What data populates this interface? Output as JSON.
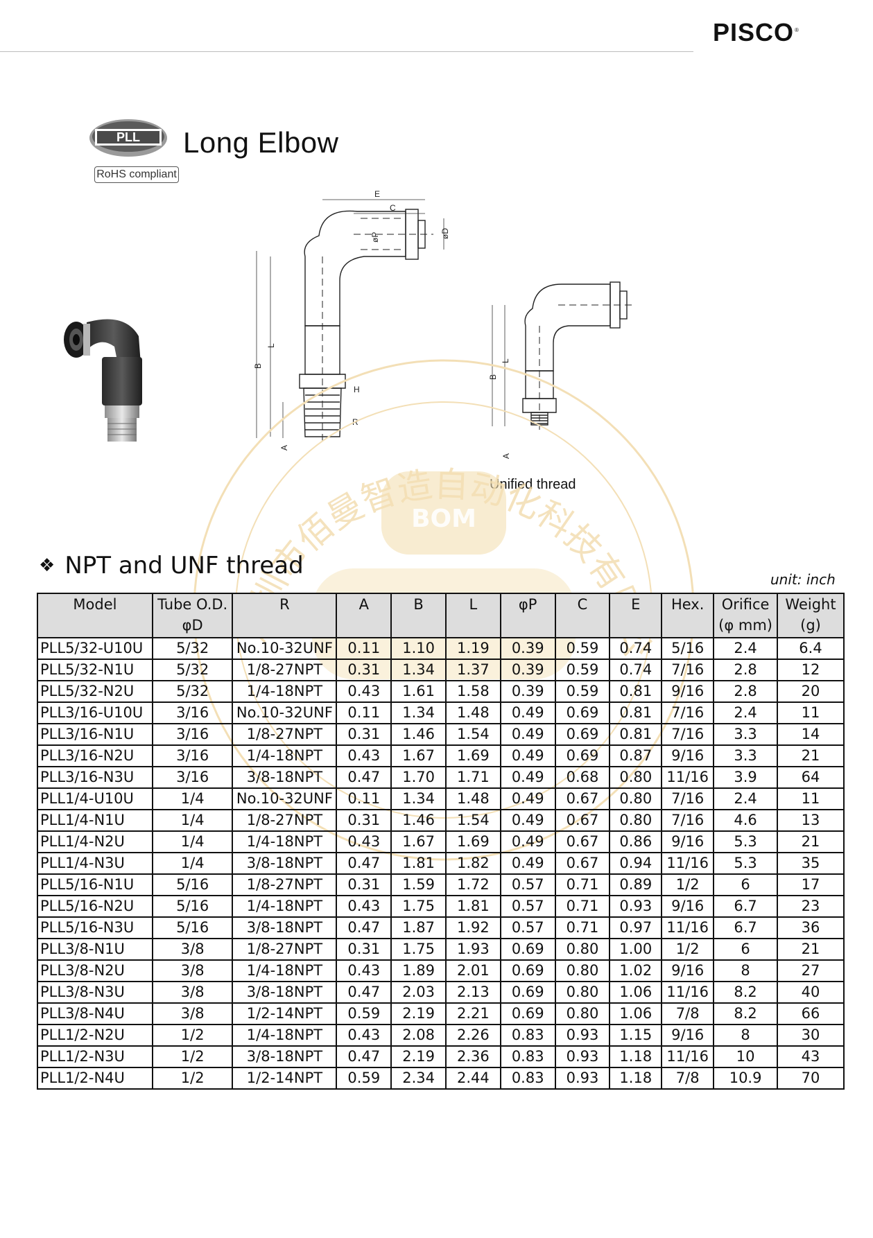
{
  "header": {
    "brand": "PISCO",
    "brand_mark": "®"
  },
  "product": {
    "badge": "PLL",
    "rohs": "RoHS compliant",
    "title": "Long Elbow",
    "photo_icon": "elbow-fitting-photo"
  },
  "drawing": {
    "dim_labels": [
      "E",
      "C",
      "øP",
      "øD",
      "L",
      "B",
      "H",
      "R",
      "A"
    ],
    "caption": "Unified thread"
  },
  "section": {
    "bullet": "❖",
    "title": "NPT and UNF thread",
    "unit": "unit: inch"
  },
  "table": {
    "headers": [
      [
        "Model",
        ""
      ],
      [
        "Tube O.D.",
        "φD"
      ],
      [
        "R",
        ""
      ],
      [
        "A",
        ""
      ],
      [
        "B",
        ""
      ],
      [
        "L",
        ""
      ],
      [
        "φP",
        ""
      ],
      [
        "C",
        ""
      ],
      [
        "E",
        ""
      ],
      [
        "Hex.",
        ""
      ],
      [
        "Orifice",
        "(φ mm)"
      ],
      [
        "Weight",
        "(g)"
      ]
    ],
    "rows": [
      [
        "PLL5/32-U10U",
        "5/32",
        "No.10-32UNF",
        "0.11",
        "1.10",
        "1.19",
        "0.39",
        "0.59",
        "0.74",
        "5/16",
        "2.4",
        "6.4"
      ],
      [
        "PLL5/32-N1U",
        "5/32",
        "1/8-27NPT",
        "0.31",
        "1.34",
        "1.37",
        "0.39",
        "0.59",
        "0.74",
        "7/16",
        "2.8",
        "12"
      ],
      [
        "PLL5/32-N2U",
        "5/32",
        "1/4-18NPT",
        "0.43",
        "1.61",
        "1.58",
        "0.39",
        "0.59",
        "0.81",
        "9/16",
        "2.8",
        "20"
      ],
      [
        "PLL3/16-U10U",
        "3/16",
        "No.10-32UNF",
        "0.11",
        "1.34",
        "1.48",
        "0.49",
        "0.69",
        "0.81",
        "7/16",
        "2.4",
        "11"
      ],
      [
        "PLL3/16-N1U",
        "3/16",
        "1/8-27NPT",
        "0.31",
        "1.46",
        "1.54",
        "0.49",
        "0.69",
        "0.81",
        "7/16",
        "3.3",
        "14"
      ],
      [
        "PLL3/16-N2U",
        "3/16",
        "1/4-18NPT",
        "0.43",
        "1.67",
        "1.69",
        "0.49",
        "0.69",
        "0.87",
        "9/16",
        "3.3",
        "21"
      ],
      [
        "PLL3/16-N3U",
        "3/16",
        "3/8-18NPT",
        "0.47",
        "1.70",
        "1.71",
        "0.49",
        "0.68",
        "0.80",
        "11/16",
        "3.9",
        "64"
      ],
      [
        "PLL1/4-U10U",
        "1/4",
        "No.10-32UNF",
        "0.11",
        "1.34",
        "1.48",
        "0.49",
        "0.67",
        "0.80",
        "7/16",
        "2.4",
        "11"
      ],
      [
        "PLL1/4-N1U",
        "1/4",
        "1/8-27NPT",
        "0.31",
        "1.46",
        "1.54",
        "0.49",
        "0.67",
        "0.80",
        "7/16",
        "4.6",
        "13"
      ],
      [
        "PLL1/4-N2U",
        "1/4",
        "1/4-18NPT",
        "0.43",
        "1.67",
        "1.69",
        "0.49",
        "0.67",
        "0.86",
        "9/16",
        "5.3",
        "21"
      ],
      [
        "PLL1/4-N3U",
        "1/4",
        "3/8-18NPT",
        "0.47",
        "1.81",
        "1.82",
        "0.49",
        "0.67",
        "0.94",
        "11/16",
        "5.3",
        "35"
      ],
      [
        "PLL5/16-N1U",
        "5/16",
        "1/8-27NPT",
        "0.31",
        "1.59",
        "1.72",
        "0.57",
        "0.71",
        "0.89",
        "1/2",
        "6",
        "17"
      ],
      [
        "PLL5/16-N2U",
        "5/16",
        "1/4-18NPT",
        "0.43",
        "1.75",
        "1.81",
        "0.57",
        "0.71",
        "0.93",
        "9/16",
        "6.7",
        "23"
      ],
      [
        "PLL5/16-N3U",
        "5/16",
        "3/8-18NPT",
        "0.47",
        "1.87",
        "1.92",
        "0.57",
        "0.71",
        "0.97",
        "11/16",
        "6.7",
        "36"
      ],
      [
        "PLL3/8-N1U",
        "3/8",
        "1/8-27NPT",
        "0.31",
        "1.75",
        "1.93",
        "0.69",
        "0.80",
        "1.00",
        "1/2",
        "6",
        "21"
      ],
      [
        "PLL3/8-N2U",
        "3/8",
        "1/4-18NPT",
        "0.43",
        "1.89",
        "2.01",
        "0.69",
        "0.80",
        "1.02",
        "9/16",
        "8",
        "27"
      ],
      [
        "PLL3/8-N3U",
        "3/8",
        "3/8-18NPT",
        "0.47",
        "2.03",
        "2.13",
        "0.69",
        "0.80",
        "1.06",
        "11/16",
        "8.2",
        "40"
      ],
      [
        "PLL3/8-N4U",
        "3/8",
        "1/2-14NPT",
        "0.59",
        "2.19",
        "2.21",
        "0.69",
        "0.80",
        "1.06",
        "7/8",
        "8.2",
        "66"
      ],
      [
        "PLL1/2-N2U",
        "1/2",
        "1/4-18NPT",
        "0.43",
        "2.08",
        "2.26",
        "0.83",
        "0.93",
        "1.15",
        "9/16",
        "8",
        "30"
      ],
      [
        "PLL1/2-N3U",
        "1/2",
        "3/8-18NPT",
        "0.47",
        "2.19",
        "2.36",
        "0.83",
        "0.93",
        "1.18",
        "11/16",
        "10",
        "43"
      ],
      [
        "PLL1/2-N4U",
        "1/2",
        "1/2-14NPT",
        "0.59",
        "2.34",
        "2.44",
        "0.83",
        "0.93",
        "1.18",
        "7/8",
        "10.9",
        "70"
      ]
    ]
  },
  "watermark": {
    "text": "深圳市佰曼智造自动化科技有限公司",
    "logo": "BOM"
  }
}
